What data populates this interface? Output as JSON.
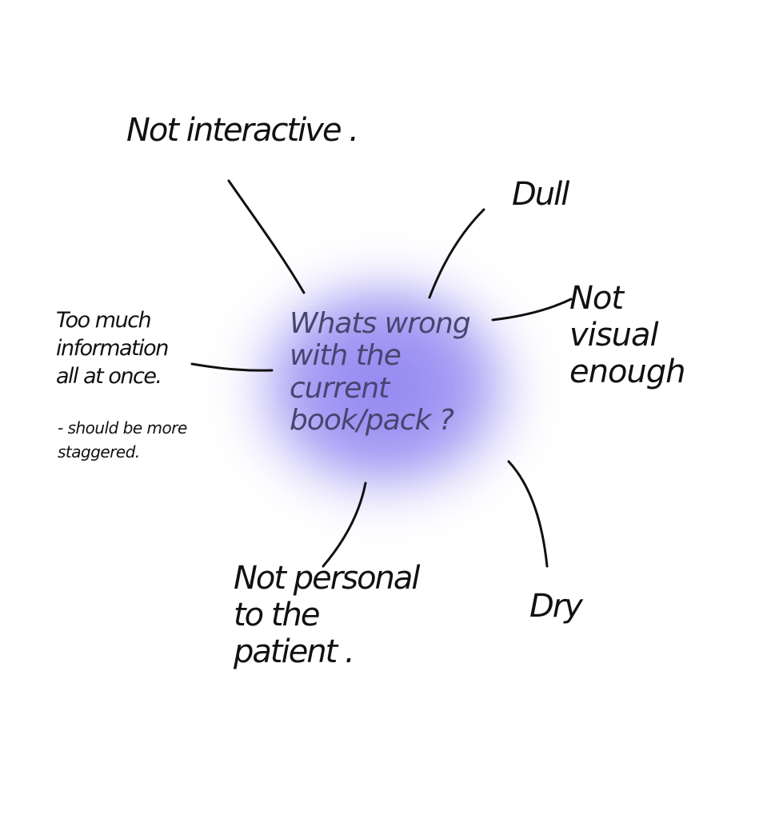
{
  "diagram": {
    "central_question": "Whats wrong\nwith the\ncurrent\nbook/pack ?",
    "highlight_color": "#8b7ff0",
    "ink_color": "#111111",
    "center_text_color": "#4a4470",
    "nodes": [
      {
        "id": "not-interactive",
        "text": "Not interactive ."
      },
      {
        "id": "dull",
        "text": "Dull"
      },
      {
        "id": "not-visual",
        "text": "Not\nvisual\nenough"
      },
      {
        "id": "too-much-info",
        "text": "Too much\ninformation\nall at once."
      },
      {
        "id": "too-much-info-sub",
        "text": "- should be more\nstaggered."
      },
      {
        "id": "not-personal",
        "text": "Not personal\nto the\npatient ."
      },
      {
        "id": "dry",
        "text": "Dry"
      }
    ]
  }
}
